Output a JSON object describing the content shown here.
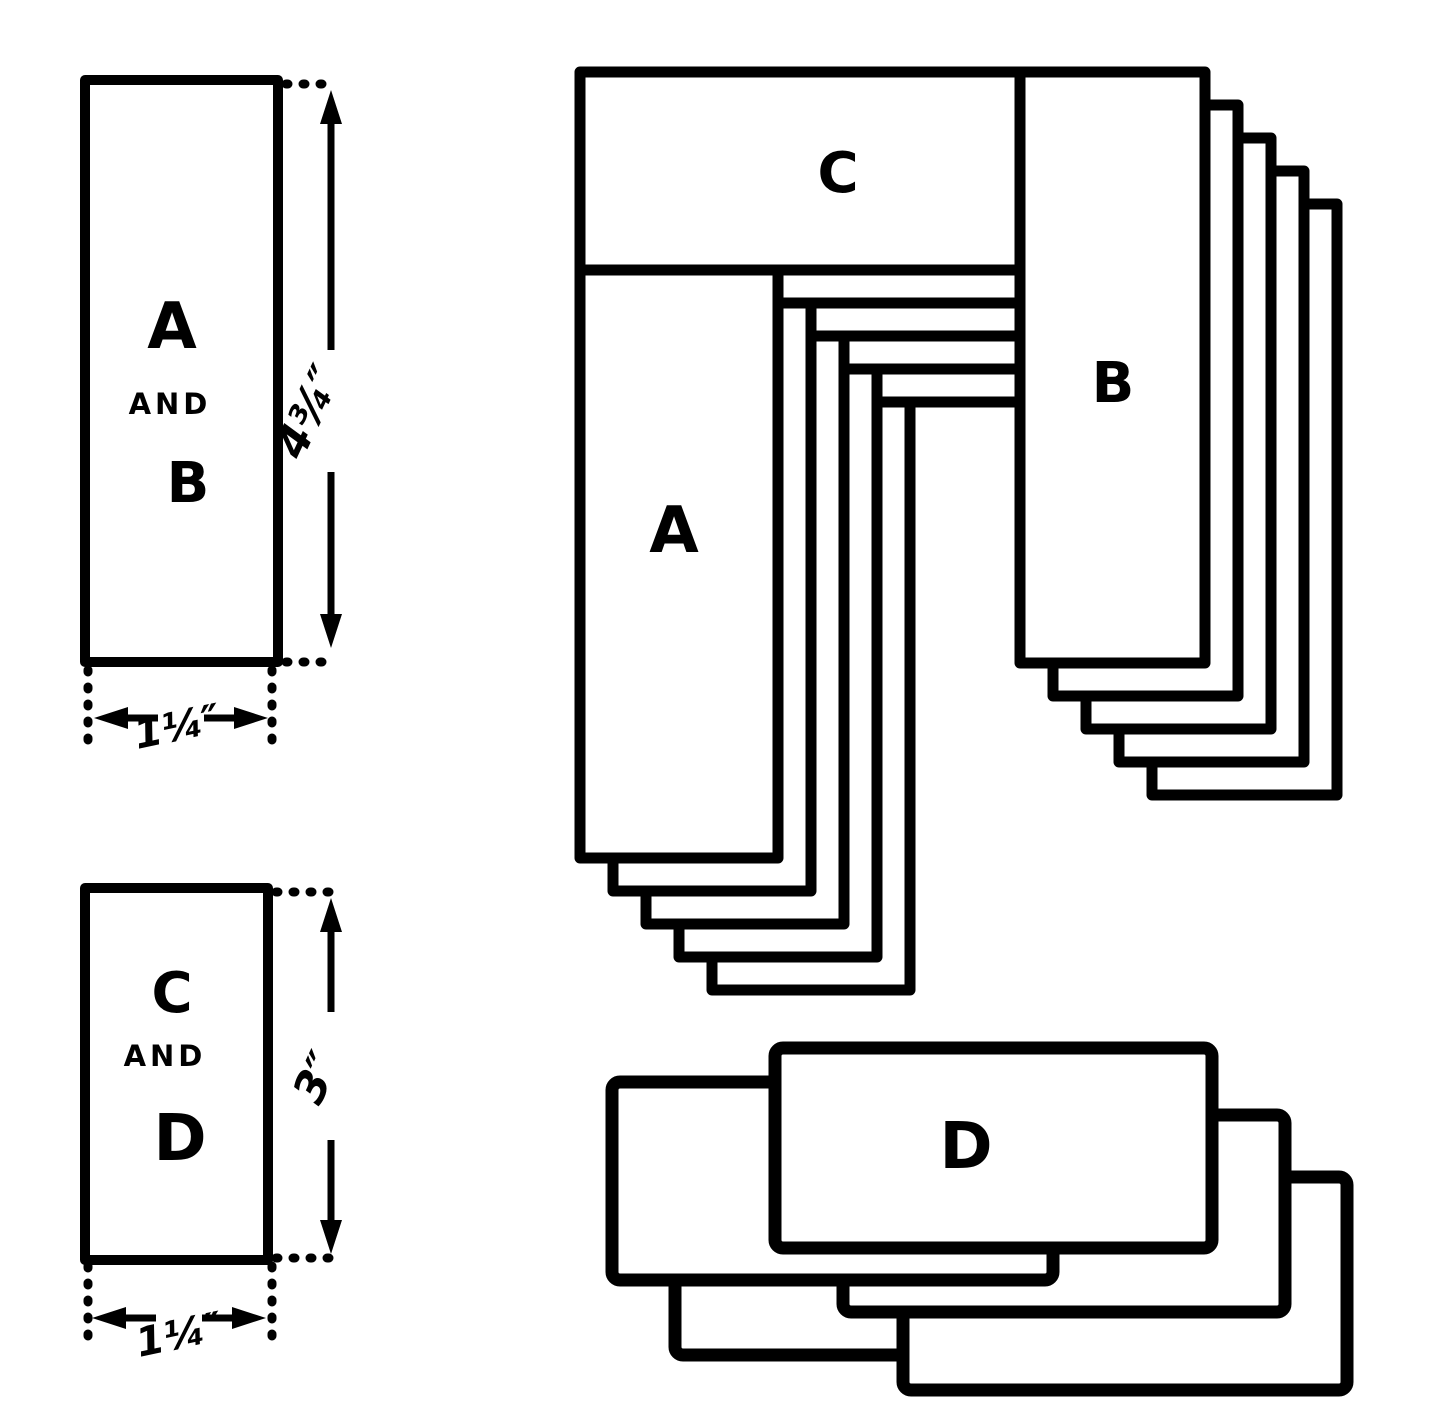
{
  "colors": {
    "ink": "#000000",
    "paper": "#ffffff"
  },
  "templates": {
    "ab": {
      "piece1": "A",
      "conjunction": "AND",
      "piece2": "B",
      "length": "4¾″",
      "width": "1¼″"
    },
    "cd": {
      "piece1": "C",
      "conjunction": "AND",
      "piece2": "D",
      "length": "3″",
      "width": "1¼″"
    }
  },
  "assembly": {
    "piece_a": "A",
    "piece_b": "B",
    "piece_c": "C"
  },
  "d_stack": {
    "piece_d": "D"
  }
}
